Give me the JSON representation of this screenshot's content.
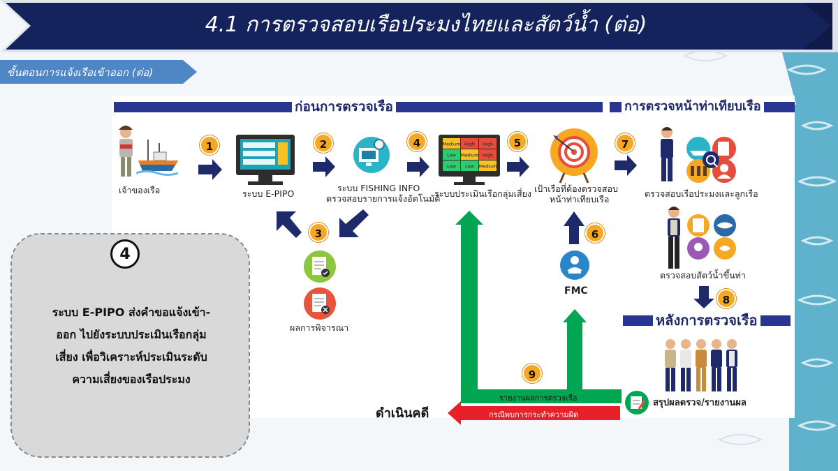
{
  "header": {
    "title": "4.1 การตรวจสอบเรือประมงไทยและสัตว์น้ำ (ต่อ)",
    "subtitle": "ขั้นตอนการแจ้งเรือเข้าออก (ต่อ)"
  },
  "sections": {
    "before": "ก่อนการตรวจเรือ",
    "port_inspection": "การตรวจหน้าท่าเทียบเรือ",
    "after": "หลังการตรวจเรือ"
  },
  "steps": [
    "1",
    "2",
    "3",
    "4",
    "5",
    "6",
    "7",
    "8",
    "9"
  ],
  "nodes": {
    "owner": "เจ้าของเรือ",
    "epipo": "ระบบ E-PIPO",
    "fishing_info_1": "ระบบ FISHING INFO",
    "fishing_info_2": "ตรวจสอบรายการแจ้งอัตโนมัติ",
    "risk_system": "ระบบประเมินเรือกลุ่มเสี่ยง",
    "target_1": "เป้าเรือที่ต้องตรวจสอบ",
    "target_2": "หน้าท่าเทียบเรือ",
    "inspect_boat": "ตรวจสอบเรือประมงและลูกเรือ",
    "inspect_catch": "ตรวจสอบสัตว์น้ำขึ้นท่า",
    "consider_result": "ผลการพิจารณา",
    "fmc": "FMC",
    "summary": "สรุปผลตรวจ/รายงานผล",
    "prosecute": "ดำเนินคดี"
  },
  "risk_grid": [
    "Medium",
    "High",
    "High",
    "Low",
    "Medium",
    "High",
    "Low",
    "Low",
    "Medium"
  ],
  "bars": {
    "report": "รายงานผลการตรวจเรือ",
    "violation": "กรณีพบการกระทำความผิด"
  },
  "note": {
    "badge": "4",
    "lines": [
      "ระบบ E-PIPO ส่งคำขอแจ้งเข้า-",
      "ออก ไปยังระบบประเมินเรือกลุ่ม",
      "เสี่ยง เพื่อวิเคราะห์ประเมินระดับ",
      "ความเสี่ยงของเรือประมง"
    ]
  },
  "colors": {
    "header_navy": "#14235c",
    "section_navy": "#283593",
    "arrow_navy": "#1f2a6b",
    "green": "#00a651",
    "red": "#e8202a",
    "badge_orange": "#f7a823",
    "teal_bg": "#5fb1cc"
  }
}
